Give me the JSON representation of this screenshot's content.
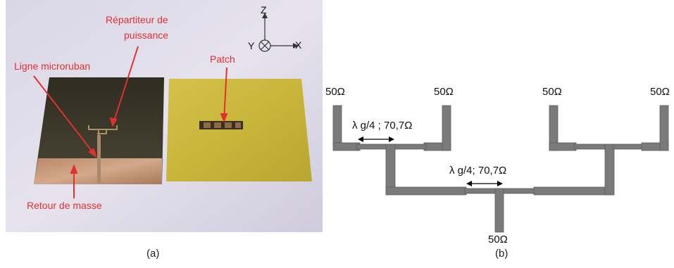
{
  "photo": {
    "labels": {
      "repartiteur_line1": "Répartiteur de",
      "repartiteur_line2": "puissance",
      "ligne": "Ligne microruban",
      "patch": "Patch",
      "retour": "Retour de masse"
    },
    "axes": {
      "z": "Z",
      "y": "Y",
      "x": "X"
    },
    "caption": "(a)"
  },
  "feed": {
    "port_labels": [
      "50Ω",
      "50Ω",
      "50Ω",
      "50Ω",
      "50Ω"
    ],
    "quarter_wave_left": "λ g/4 ; 70,7Ω",
    "quarter_wave_center": "λ g/4; 70,7Ω",
    "caption": "(b)",
    "trace_color": "#7a7a7a"
  }
}
